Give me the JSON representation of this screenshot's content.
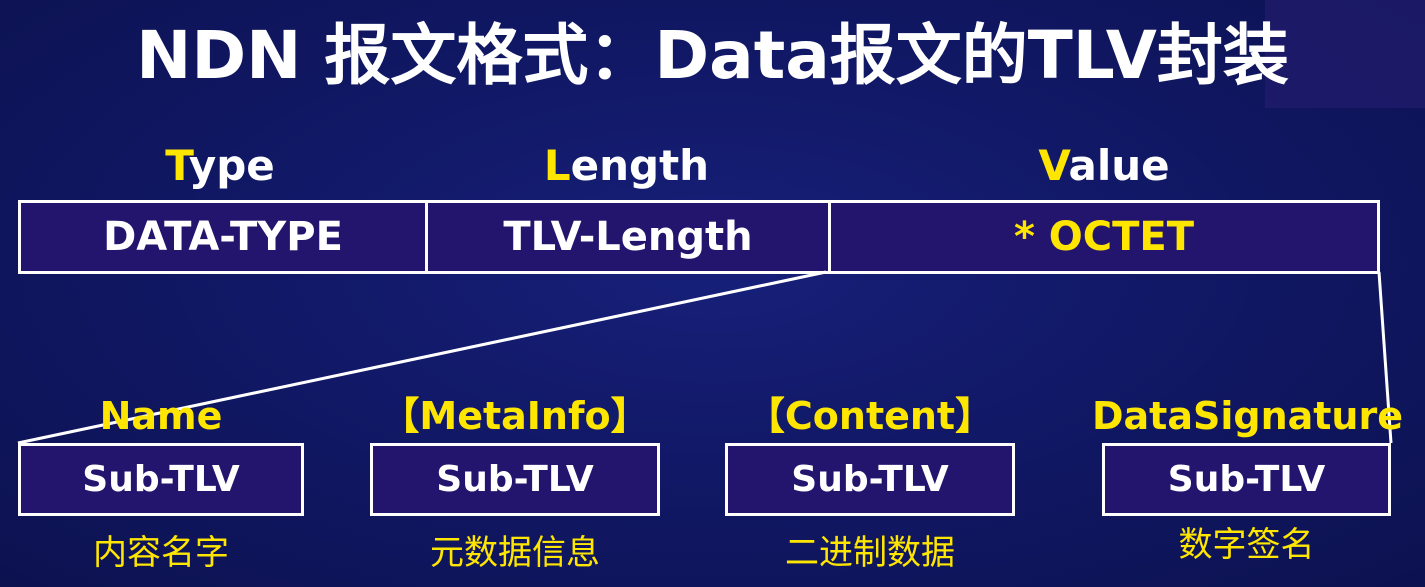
{
  "title": "NDN 报文格式：Data报文的TLV封装",
  "tlv_header": [
    {
      "first": "T",
      "rest": "ype"
    },
    {
      "first": "L",
      "rest": "ength"
    },
    {
      "first": "V",
      "rest": "alue"
    }
  ],
  "tlv_row": [
    "DATA-TYPE",
    "TLV-Length",
    "* OCTET"
  ],
  "sub_tlvs": [
    {
      "label": "Name",
      "box": "Sub-TLV",
      "caption": "内容名字"
    },
    {
      "label": "【MetaInfo】",
      "box": "Sub-TLV",
      "caption": "元数据信息"
    },
    {
      "label": "【Content】",
      "box": "Sub-TLV",
      "caption": "二进制数据"
    },
    {
      "label": "DataSignature",
      "box": "Sub-TLV",
      "caption": "数字签名"
    }
  ],
  "colors": {
    "accent": "#ffe600",
    "box_fill": "#23146e",
    "background": "#111866"
  }
}
